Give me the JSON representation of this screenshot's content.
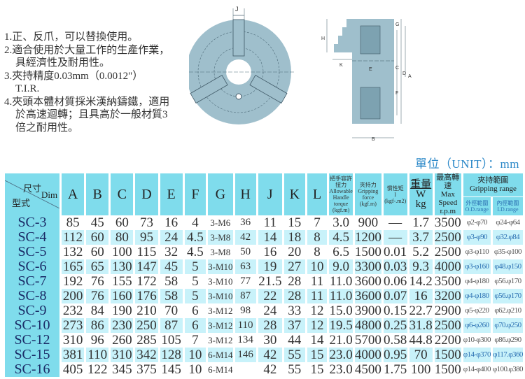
{
  "notes": [
    "1.正、反爪，可以替換使用。",
    "2.適合使用於大量工作的生產作業，",
    "具經濟性及耐用性。",
    "3.夾持精度0.03mm（0.0012\"）",
    "T.I.R.",
    "4.夾頭本體材質採米漢納鑄鐵，適用",
    "於高速迴轉；且具高於一般材質3",
    "倍之耐用性。"
  ],
  "diagram": {
    "front_label": "J",
    "side_labels": [
      "H",
      "K",
      "E",
      "G",
      "C",
      "D",
      "A",
      "F",
      "B"
    ]
  },
  "unit": "單位（UNIT）：mm",
  "table": {
    "corner": {
      "top": "尺寸",
      "dim": "Dim",
      "model": "型式"
    },
    "headers": {
      "A": "A",
      "B": "B",
      "C": "C",
      "D": "D",
      "E": "E",
      "F": "F",
      "G": "G",
      "H": "H",
      "J": "J",
      "K": "K",
      "L": "L",
      "torque": [
        "把手容許扭力",
        "Allowable",
        "Handle",
        "torque",
        "(kgf.m)"
      ],
      "grip": [
        "夾持力",
        "Gripping",
        "force",
        "(kgf.m)"
      ],
      "inertia": [
        "慣性矩",
        "I",
        "(kgf-.m2)"
      ],
      "weight": [
        "重量",
        "W",
        "kg"
      ],
      "speed": [
        "最高轉速",
        "Max",
        "Speed",
        "r.p.m"
      ],
      "range": [
        "夾持範圍",
        "Gripping range"
      ],
      "od": [
        "外徑範圍",
        "O.D.range"
      ],
      "id": [
        "內徑範圍",
        "I.D.range"
      ]
    },
    "rows": [
      {
        "model": "SC-3",
        "A": "85",
        "B": "45",
        "C": "60",
        "D": "73",
        "E": "16",
        "F": "4",
        "G": "3-M6",
        "H": "36",
        "J": "11",
        "K": "15",
        "L": "7",
        "torque": "3.0",
        "grip": "900",
        "inertia": "—",
        "weight": "1.7",
        "speed": "3500",
        "od": "φ2-φ70",
        "id": "φ24-φ64"
      },
      {
        "model": "SC-4",
        "A": "112",
        "B": "60",
        "C": "80",
        "D": "95",
        "E": "24",
        "F": "4.5",
        "G": "3-M8",
        "H": "42",
        "J": "14",
        "K": "18",
        "L": "8",
        "torque": "4.5",
        "grip": "1200",
        "inertia": "—",
        "weight": "3.7",
        "speed": "2500",
        "od": "φ3-φ90",
        "id": "φ32.φ84"
      },
      {
        "model": "SC-5",
        "A": "132",
        "B": "60",
        "C": "100",
        "D": "115",
        "E": "32",
        "F": "4.5",
        "G": "3-M8",
        "H": "50",
        "J": "16",
        "K": "20",
        "L": "8",
        "torque": "6.5",
        "grip": "1500",
        "inertia": "0.01",
        "weight": "5.2",
        "speed": "2500",
        "od": "φ3-φ110",
        "id": "φ35-φ100"
      },
      {
        "model": "SC-6",
        "A": "165",
        "B": "65",
        "C": "130",
        "D": "147",
        "E": "45",
        "F": "5",
        "G": "3-M10",
        "H": "63",
        "J": "19",
        "K": "27",
        "L": "10",
        "torque": "9.0",
        "grip": "3300",
        "inertia": "0.03",
        "weight": "9.3",
        "speed": "4000",
        "od": "φ3-φ160",
        "id": "φ48.φ150"
      },
      {
        "model": "SC-7",
        "A": "192",
        "B": "76",
        "C": "155",
        "D": "172",
        "E": "58",
        "F": "5",
        "G": "3-M10",
        "H": "77",
        "J": "21.5",
        "K": "28",
        "L": "11",
        "torque": "11.0",
        "grip": "3600",
        "inertia": "0.06",
        "weight": "14.2",
        "speed": "3500",
        "od": "φ4-φ180",
        "id": "φ56.φ170"
      },
      {
        "model": "SC-8",
        "A": "200",
        "B": "76",
        "C": "160",
        "D": "176",
        "E": "58",
        "F": "5",
        "G": "3-M10",
        "H": "87",
        "J": "22",
        "K": "28",
        "L": "11",
        "torque": "11.0",
        "grip": "3600",
        "inertia": "0.07",
        "weight": "16",
        "speed": "3200",
        "od": "φ4-φ180",
        "id": "φ56.φ170"
      },
      {
        "model": "SC-9",
        "A": "232",
        "B": "84",
        "C": "190",
        "D": "210",
        "E": "70",
        "F": "6",
        "G": "3-M12",
        "H": "98",
        "J": "24",
        "K": "33",
        "L": "12",
        "torque": "15.0",
        "grip": "3900",
        "inertia": "0.15",
        "weight": "22.7",
        "speed": "2900",
        "od": "φ5-φ220",
        "id": "φ62.φ210"
      },
      {
        "model": "SC-10",
        "A": "273",
        "B": "86",
        "C": "230",
        "D": "250",
        "E": "87",
        "F": "6",
        "G": "3-M12",
        "H": "110",
        "J": "28",
        "K": "37",
        "L": "12",
        "torque": "19.5",
        "grip": "4800",
        "inertia": "0.25",
        "weight": "31.8",
        "speed": "2500",
        "od": "φ6-φ260",
        "id": "φ70.φ250"
      },
      {
        "model": "SC-12",
        "A": "310",
        "B": "96",
        "C": "260",
        "D": "285",
        "E": "105",
        "F": "7",
        "G": "3-M12",
        "H": "134",
        "J": "30",
        "K": "44",
        "L": "14",
        "torque": "21.0",
        "grip": "5700",
        "inertia": "0.58",
        "weight": "44.8",
        "speed": "2200",
        "od": "φ10-φ300",
        "id": "φ86.φ290"
      },
      {
        "model": "SC-15",
        "A": "381",
        "B": "110",
        "C": "310",
        "D": "342",
        "E": "128",
        "F": "10",
        "G": "6-M14",
        "H": "146",
        "J": "42",
        "K": "55",
        "L": "15",
        "torque": "23.0",
        "grip": "4000",
        "inertia": "0.95",
        "weight": "70",
        "speed": "1500",
        "od": "φ14-φ370",
        "id": "φ117.φ360"
      },
      {
        "model": "SC-16",
        "A": "405",
        "B": "122",
        "C": "345",
        "D": "375",
        "E": "145",
        "F": "10",
        "G": "6-M14",
        "H": "",
        "J": "42",
        "K": "55",
        "L": "15",
        "torque": "23.0",
        "grip": "4500",
        "inertia": "1.75",
        "weight": "100",
        "speed": "1500",
        "od": "φ14-φ400",
        "id": "φ100.φ380"
      }
    ]
  },
  "colors": {
    "header_bg": "#7fdcec",
    "row_alt": "#c8f2fa",
    "unit_text": "#2b88c8",
    "diagram_fill": "#9fbfcc"
  }
}
